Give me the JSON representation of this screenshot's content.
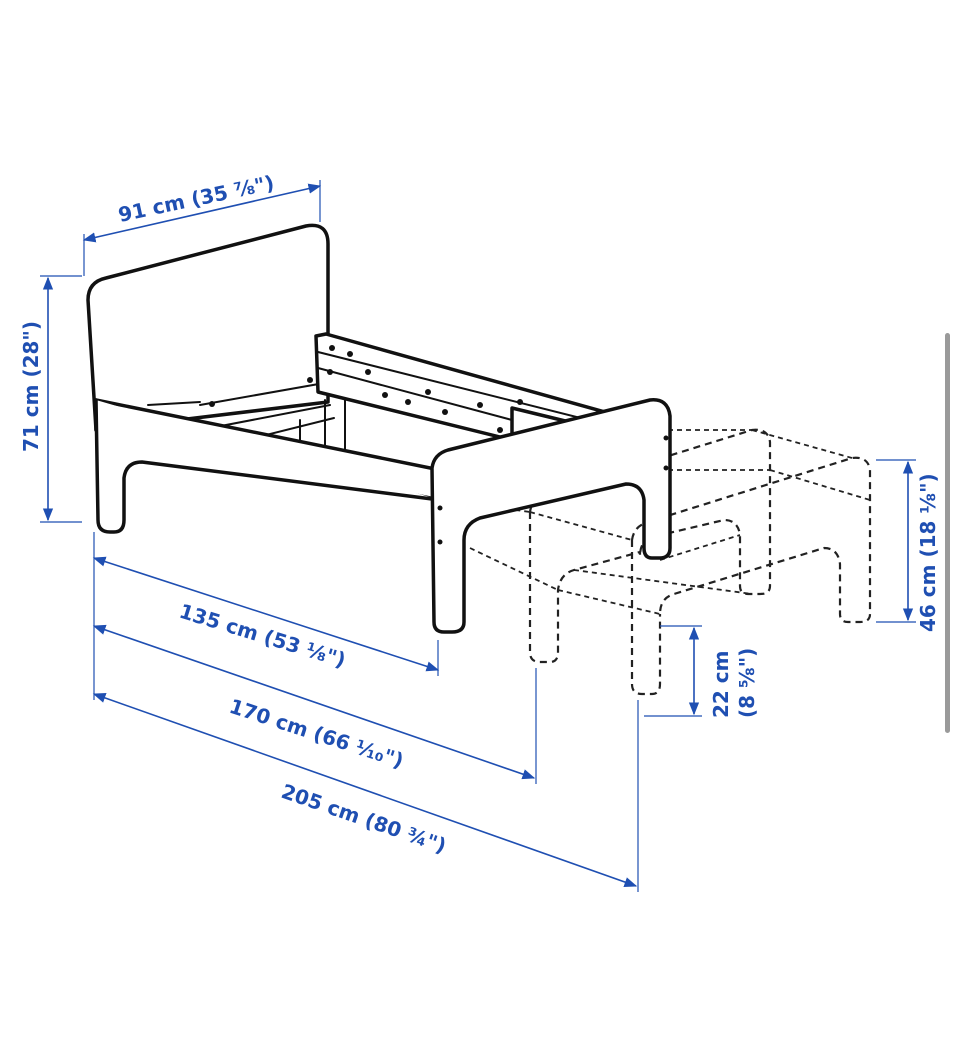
{
  "dimensions": {
    "width": "91 cm (35 ⅞\")",
    "height": "71 cm (28\")",
    "length_short": "135 cm (53 ⅛\")",
    "length_mid": "170 cm (66 ⅒\")",
    "length_long": "205 cm (80 ¾\")",
    "side_height": "46 cm (18 ⅛\")",
    "clearance_cm": "22 cm",
    "clearance_in": "(8 ⅝\")"
  },
  "colors": {
    "dimension": "#1f4fb2",
    "outline": "#111111",
    "scrollbar": "#9a9a9a"
  }
}
